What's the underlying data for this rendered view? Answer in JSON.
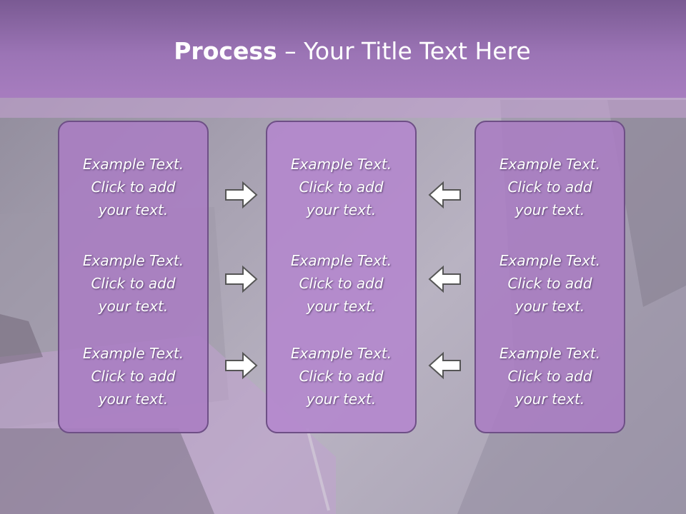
{
  "title": {
    "bold": "Process",
    "rest": " – Your Title Text Here"
  },
  "columns": [
    {
      "items": [
        {
          "line1": "Example Text.",
          "line2": "Click  to add",
          "line3": "your text."
        },
        {
          "line1": "Example Text.",
          "line2": "Click  to add",
          "line3": "your text."
        },
        {
          "line1": "Example Text.",
          "line2": "Click  to add",
          "line3": "your text."
        }
      ]
    },
    {
      "items": [
        {
          "line1": "Example Text.",
          "line2": "Click  to add",
          "line3": "your text."
        },
        {
          "line1": "Example Text.",
          "line2": "Click  to add",
          "line3": "your text."
        },
        {
          "line1": "Example Text.",
          "line2": "Click  to add",
          "line3": "your text."
        }
      ]
    },
    {
      "items": [
        {
          "line1": "Example Text.",
          "line2": "Click  to add",
          "line3": "your text."
        },
        {
          "line1": "Example Text.",
          "line2": "Click  to add",
          "line3": "your text."
        },
        {
          "line1": "Example Text.",
          "line2": "Click  to add",
          "line3": "your text."
        }
      ]
    }
  ],
  "colors": {
    "header": "#9b74b5",
    "box": "#aa7dc3",
    "box_border": "#6e4f86",
    "text": "#ffffff"
  }
}
